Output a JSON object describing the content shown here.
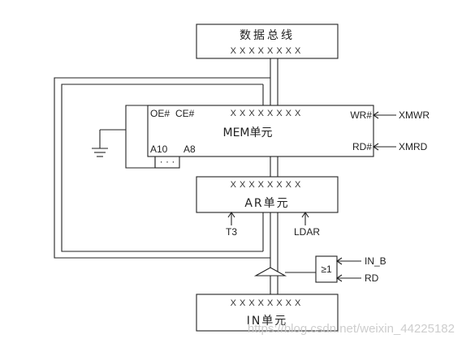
{
  "blocks": {
    "data_bus": {
      "title": "数据总线",
      "bits": "XXXXXXXX"
    },
    "mem": {
      "title": "MEM单元",
      "bits": "XXXXXXXX",
      "oe": "OE#",
      "ce": "CE#",
      "a10": "A10",
      "a8": "A8",
      "dots": "· · ·",
      "wr": "WR#",
      "rd": "RD#"
    },
    "ar": {
      "title": "AR单元",
      "bits": "XXXXXXXX"
    },
    "in": {
      "title": "IN单元",
      "bits": "XXXXXXXX"
    }
  },
  "signals": {
    "xmwr": "XMWR",
    "xmrd": "XMRD",
    "t3": "T3",
    "ldar": "LDAR",
    "in_b": "IN_B",
    "rd": "RD",
    "gate_label": "≥1"
  },
  "watermark": "https://blog.csdn.net/weixin_44225182"
}
